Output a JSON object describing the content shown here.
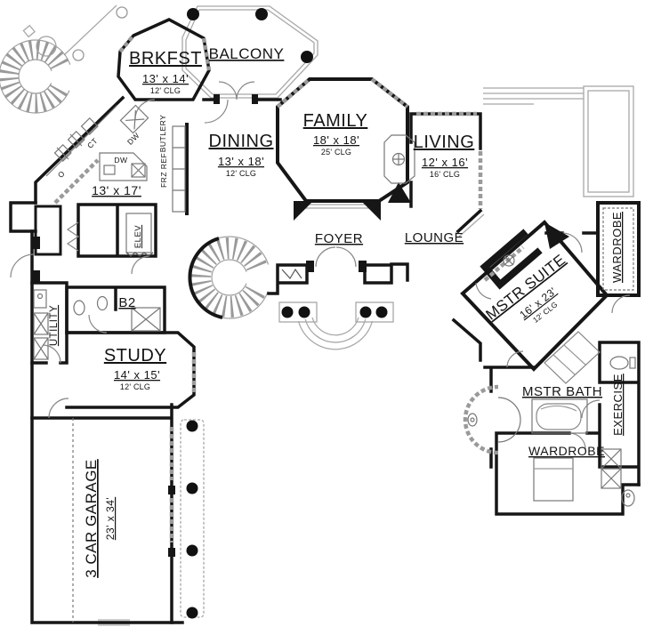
{
  "plan": {
    "labels": {
      "brkfst": "BRKFST",
      "brkfst_dim": "13' x 14'",
      "brkfst_clg": "12' CLG",
      "balcony": "BALCONY",
      "dining": "DINING",
      "dining_dim": "13' x 18'",
      "dining_clg": "12' CLG",
      "family": "FAMILY",
      "family_dim": "18' x 18'",
      "family_clg": "25' CLG",
      "living": "LIVING",
      "living_dim": "12' x 16'",
      "living_clg": "16' CLG",
      "kitchen_dim": "13' x 17'",
      "foyer": "FOYER",
      "lounge": "LOUNGE",
      "mstr_suite": "MSTR SUITE",
      "mstr_suite_dim": "16' x 23'",
      "mstr_suite_clg": "12' CLG",
      "wardrobe_master": "WARDROBE",
      "utility": "UTILITY",
      "b2": "B2",
      "elev": "ELEV",
      "study": "STUDY",
      "study_dim": "14' x 15'",
      "study_clg": "12' CLG",
      "garage": "3 CAR GARAGE",
      "garage_dim": "23' x 34'",
      "mstr_bath": "MSTR BATH",
      "wardrobe_lower": "WARDROBE",
      "exercise": "EXERCISE",
      "butlery": "BUTLERY",
      "ref": "REF",
      "frz": "FRZ",
      "ct": "CT",
      "dw_counter": "DW",
      "dw_island": "DW",
      "oven": "O"
    },
    "colors": {
      "wall": "#161616",
      "fixture": "#777777",
      "deck": "#a8a8a8",
      "window": "#9a9a9a",
      "text": "#141414"
    }
  }
}
